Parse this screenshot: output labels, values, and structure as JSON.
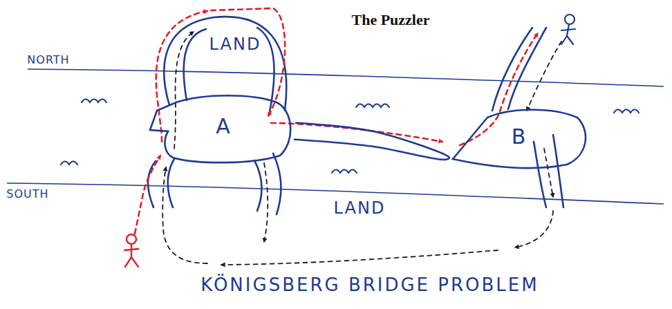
{
  "diagram": {
    "title": "The Puzzler",
    "caption": "KÖNIGSBERG BRIDGE PROBLEM",
    "nodes": [
      {
        "text": [
          "A"
        ]
      },
      {
        "text": [
          "B"
        ]
      }
    ],
    "edges": [
      {
        "from": 0,
        "to": 1,
        "arrow": "none"
      }
    ],
    "labels": [
      "LAND",
      "NORTH",
      "SOUTH",
      "LAND"
    ]
  }
}
